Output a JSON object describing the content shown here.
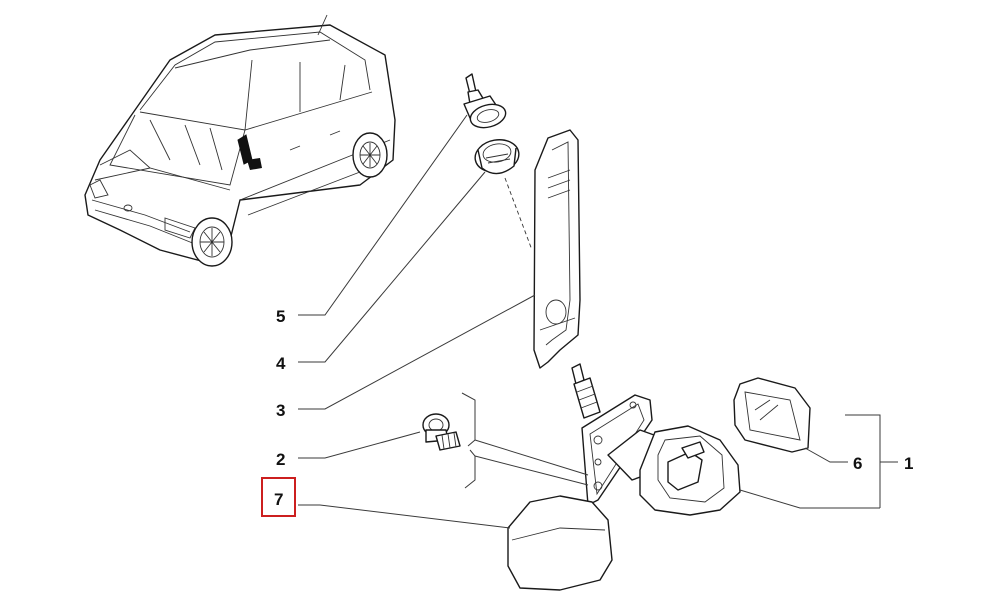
{
  "callouts": [
    {
      "id": "5",
      "label": "5"
    },
    {
      "id": "4",
      "label": "4"
    },
    {
      "id": "3",
      "label": "3"
    },
    {
      "id": "2",
      "label": "2"
    },
    {
      "id": "7",
      "label": "7",
      "highlighted": true
    },
    {
      "id": "6",
      "label": "6"
    },
    {
      "id": "1",
      "label": "1"
    }
  ],
  "colors": {
    "highlight": "#cc1f1f",
    "line": "#1a1a1a",
    "background": "#ffffff"
  }
}
